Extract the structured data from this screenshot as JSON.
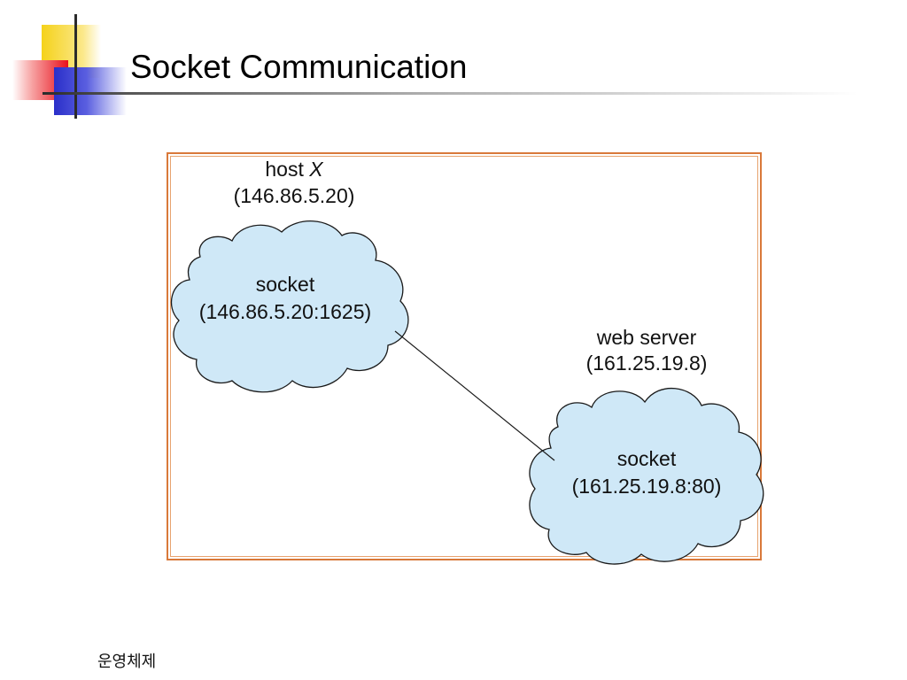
{
  "slide": {
    "title": "Socket Communication",
    "footer": "운영체제"
  },
  "diagram": {
    "host": {
      "label_prefix": "host ",
      "label_var": "X",
      "ip": "(146.86.5.20)",
      "socket_label": "socket",
      "socket_addr": "(146.86.5.20:1625)"
    },
    "server": {
      "label": "web server",
      "ip": "(161.25.19.8)",
      "socket_label": "socket",
      "socket_addr": "(161.25.19.8:80)"
    },
    "colors": {
      "cloud_fill": "#cfe8f7",
      "cloud_stroke": "#1a1a1a",
      "frame": "#d9793a",
      "accent_yellow": "#f5d21a",
      "accent_red": "#e8101c",
      "accent_blue": "#2a2fc9"
    }
  }
}
